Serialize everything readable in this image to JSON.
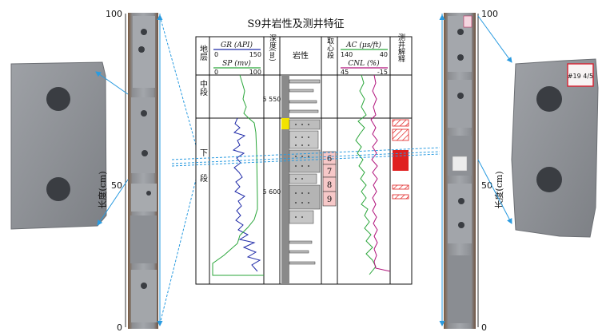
{
  "title": "S9井岩性及测井特征",
  "headers": {
    "strata": "地层",
    "gr_label": "GR (API)",
    "gr_min": "0",
    "gr_max": "150",
    "sp_label": "SP (mv)",
    "sp_min": "0",
    "sp_max": "100",
    "depth": "深度(m)",
    "lithology": "岩性",
    "coring": "取心段",
    "ac_label": "AC (μs/ft)",
    "ac_min": "140",
    "ac_max": "40",
    "cnl_label": "CNL (%)",
    "cnl_min": "45",
    "cnl_max": "-15",
    "interp": "测井解释"
  },
  "strata": {
    "upper": "中段",
    "lower": "下段"
  },
  "depth_ticks": [
    "5 550",
    "5 600"
  ],
  "core_sections": [
    "6",
    "7",
    "8",
    "9"
  ],
  "scale_left": {
    "top": "100",
    "mid": "50",
    "bottom": "0",
    "label": "长度(cm)"
  },
  "scale_right": {
    "top": "100",
    "mid": "50",
    "bottom": "0",
    "label": "长度(cm)"
  },
  "sample_tag": "#19 4/5",
  "colors": {
    "gr": "#1f2aa8",
    "sp": "#2aa63a",
    "ac": "#2aa63a",
    "cnl": "#b0107a",
    "interp": "#e02020",
    "core_box": "#f7c8c8",
    "arrow": "#2a9be0"
  }
}
